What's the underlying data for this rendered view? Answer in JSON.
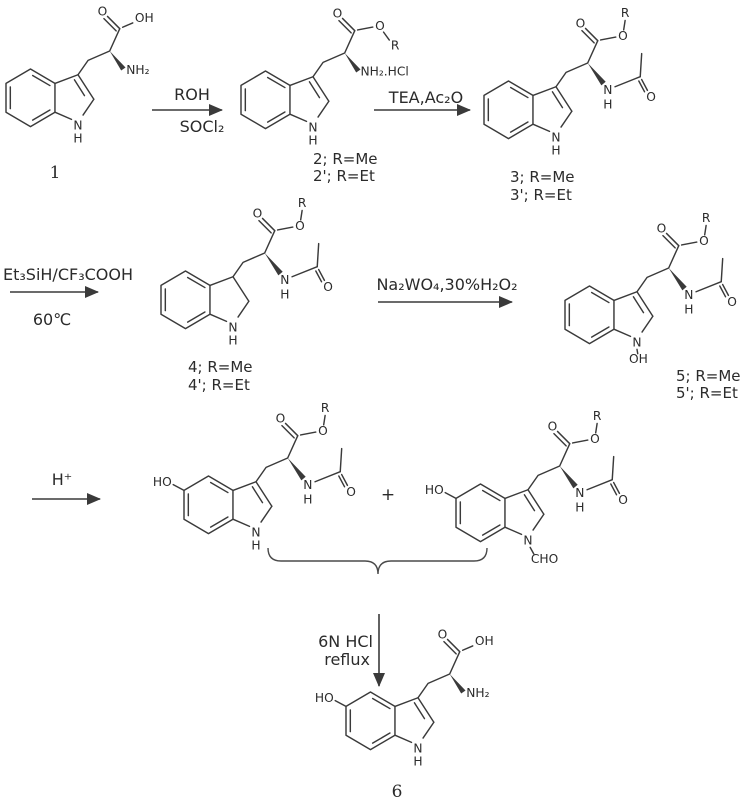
{
  "scheme": {
    "description": "Multi-step chemical reaction scheme for synthesis of 5-hydroxytryptophan from tryptophan",
    "background": "#ffffff",
    "ink_color": "#3a3a3a"
  },
  "atoms": {
    "o": "O",
    "oh": "OH",
    "ho": "HO",
    "r": "R",
    "n": "N",
    "h": "H",
    "nh2": "NH₂",
    "nh2_hcl": "NH₂.HCl",
    "cho": "CHO"
  },
  "compounds": {
    "c1": {
      "label": "1"
    },
    "c2": {
      "label_me": "2; R=Me",
      "label_et": "2'; R=Et"
    },
    "c3": {
      "label_me": "3; R=Me",
      "label_et": "3'; R=Et"
    },
    "c4": {
      "label_me": "4; R=Me",
      "label_et": "4'; R=Et"
    },
    "c5": {
      "label_me": "5; R=Me",
      "label_et": "5'; R=Et"
    },
    "c6": {
      "label": "6"
    }
  },
  "reactions": {
    "step1": {
      "above": "ROH",
      "below": "SOCl₂"
    },
    "step2": {
      "above": "TEA,Ac₂O"
    },
    "step3": {
      "above": "Et₃SiH/CF₃COOH",
      "below": "60℃"
    },
    "step4": {
      "above": "Na₂WO₄,30%H₂O₂"
    },
    "step5": {
      "above": "H⁺"
    },
    "step6": {
      "line1": "6N HCl",
      "line2": "reflux"
    }
  },
  "operators": {
    "plus": "+"
  }
}
